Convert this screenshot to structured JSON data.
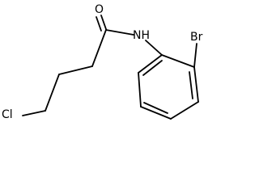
{
  "molecule": {
    "atoms": {
      "oxygen": "O",
      "nitrogen_hydrogen": "NH",
      "bromine": "Br",
      "chlorine": "Cl"
    },
    "colors": {
      "bond": "#000000",
      "label": "#000000",
      "background": "#ffffff"
    }
  }
}
